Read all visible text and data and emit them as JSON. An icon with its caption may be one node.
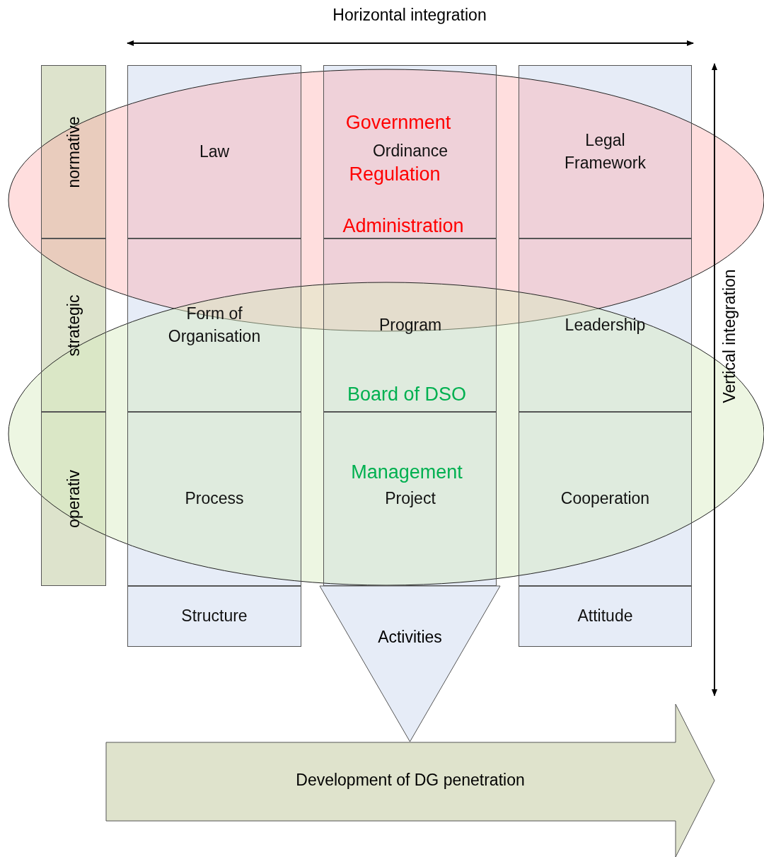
{
  "diagram": {
    "nodes": [
      {
        "text": [
          "normative"
        ]
      },
      {
        "text": [
          "strategic"
        ]
      },
      {
        "text": [
          "operativ"
        ]
      },
      {
        "text": [
          "Law"
        ]
      },
      {
        "text": [
          "Government",
          "Ordinance",
          "Regulation",
          "Administration"
        ]
      },
      {
        "text": [
          "Legal Framework"
        ]
      },
      {
        "text": [
          "Form of Organisation"
        ]
      },
      {
        "text": [
          "Program",
          "Board of DSO"
        ]
      },
      {
        "text": [
          "Leadership"
        ]
      },
      {
        "text": [
          "Process"
        ]
      },
      {
        "text": [
          "Management",
          "Project"
        ]
      },
      {
        "text": [
          "Cooperation"
        ]
      },
      {
        "text": [
          "Structure"
        ]
      },
      {
        "text": [
          "Activities"
        ]
      },
      {
        "text": [
          "Attitude"
        ]
      },
      {
        "text": [
          "Development of DG penetration"
        ]
      }
    ],
    "labels": [
      "Horizontal integration",
      "Vertical integration"
    ]
  }
}
